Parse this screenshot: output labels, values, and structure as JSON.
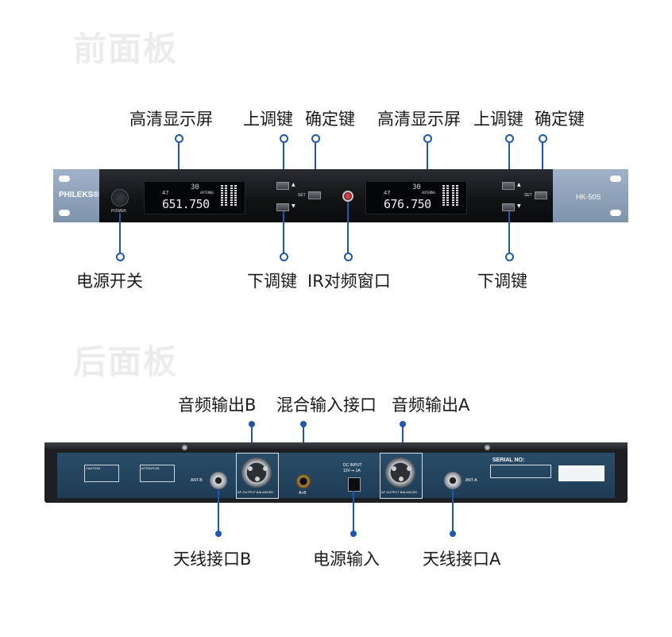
{
  "sections": {
    "front": "前面板",
    "back": "后面板"
  },
  "front_labels": {
    "display_left": "高清显示屏",
    "up_key_left": "上调键",
    "confirm_left": "确定键",
    "display_right": "高清显示屏",
    "up_key_right": "上调键",
    "confirm_right": "确定键",
    "power_switch": "电源开关",
    "down_key_left": "下调键",
    "ir_window": "IR对频窗口",
    "down_key_right": "下调键"
  },
  "device_front": {
    "brand": "PHILEKS®",
    "model": "HK-50S",
    "power_text": "POWER",
    "set_left": "SET",
    "set_right": "SET",
    "lcd_left": {
      "freq": "651.750",
      "group": "47",
      "channel": "30",
      "antenna": "ANTENNA"
    },
    "lcd_right": {
      "freq": "676.750",
      "group": "47",
      "channel": "30",
      "antenna": "ANTENNA"
    }
  },
  "back_labels": {
    "audio_out_b": "音频输出B",
    "mix_input": "混合输入接口",
    "audio_out_a": "音频输出A",
    "antenna_b": "天线接口B",
    "power_input": "电源输入",
    "antenna_a": "天线接口A"
  },
  "device_back": {
    "ant_b": "ANT-B",
    "ant_a": "ANT-A",
    "ab": "A+B",
    "dc_input": "DC INPUT",
    "dc_spec": "12V ⎓ 1A",
    "af_output": "AF OUTPUT BALANCED",
    "serial": "SERIAL NO:",
    "caution": "CAUTION",
    "attention": "ATTENTION"
  },
  "colors": {
    "accent": "#1e56b4",
    "panel": "#0f1113",
    "ear": "#8ea1b8",
    "back_blue": "#244560"
  }
}
